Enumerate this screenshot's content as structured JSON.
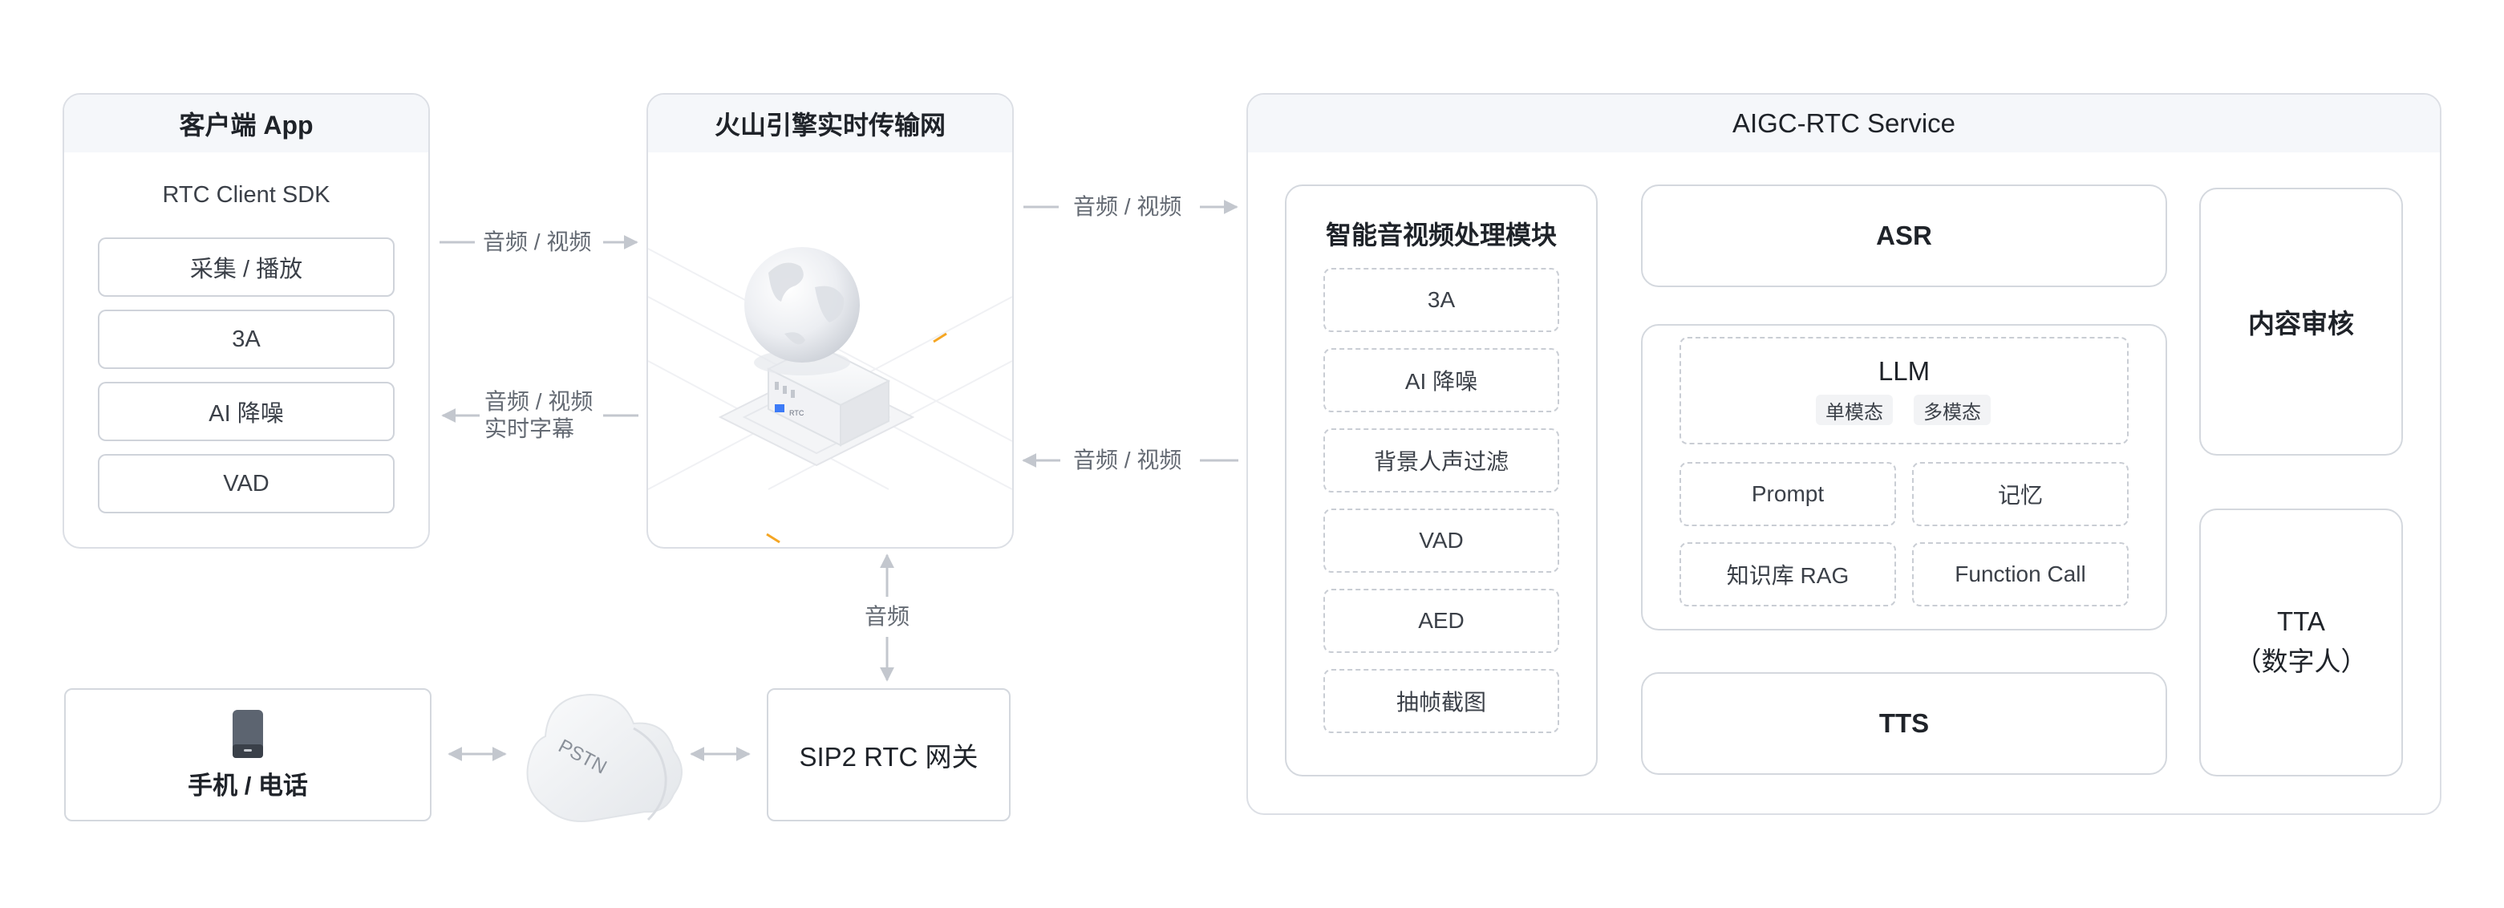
{
  "client": {
    "title": "客户端 App",
    "sdk": "RTC Client SDK",
    "items": [
      "采集 / 播放",
      "3A",
      "AI 降噪",
      "VAD"
    ]
  },
  "network": {
    "title": "火山引擎实时传输网",
    "server_label": "RTC"
  },
  "aigc": {
    "title": "AIGC-RTC Service",
    "processing": {
      "title": "智能音视频处理模块",
      "items": [
        "3A",
        "AI 降噪",
        "背景人声过滤",
        "VAD",
        "AED",
        "抽帧截图"
      ]
    },
    "asr": "ASR",
    "llm": {
      "title": "LLM",
      "tags": [
        "单模态",
        "多模态"
      ],
      "items": [
        "Prompt",
        "记忆",
        "知识库 RAG",
        "Function Call"
      ]
    },
    "tts": "TTS",
    "moderation": "内容审核",
    "tta": {
      "line1": "TTA",
      "line2": "（数字人）"
    }
  },
  "phone": {
    "label": "手机 / 电话"
  },
  "pstn": "PSTN",
  "gateway": "SIP2 RTC 网关",
  "flows": {
    "client_to_net": "音频 / 视频",
    "net_to_client_1": "音频 / 视频",
    "net_to_client_2": "实时字幕",
    "net_to_aigc": "音频 / 视频",
    "aigc_to_net": "音频 / 视频",
    "net_gateway": "音频"
  },
  "colors": {
    "border": "#dcdfe5",
    "arrow": "#c3c7ce",
    "header_bg": "#f5f7fa",
    "accent": "#f5a623"
  }
}
